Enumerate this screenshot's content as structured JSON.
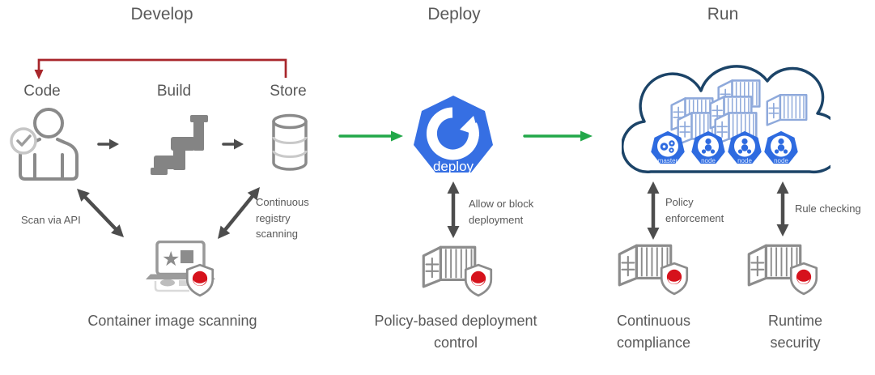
{
  "colors": {
    "text": "#595959",
    "red": "#A8262B",
    "green": "#22A849",
    "k8s": "#366FE3",
    "nodeblue": "#2E6BE0",
    "cloud": "#1C4468",
    "lightblue": "#8EA9DB",
    "icongray": "#8A8A8A",
    "arrowdark": "#4D4D4D",
    "shieldred": "#D6121C"
  },
  "phases": {
    "develop": "Develop",
    "deploy": "Deploy",
    "run": "Run"
  },
  "develop": {
    "steps": [
      "Code",
      "Build",
      "Store"
    ],
    "scan_api_label": "Scan via API",
    "registry_label": "Continuous registry scanning",
    "caption": "Container image scanning"
  },
  "deploy": {
    "icon_label": "deploy",
    "arrow_label": "Allow or block deployment",
    "caption": "Policy-based deployment control"
  },
  "run": {
    "nodes": [
      "master",
      "node",
      "node",
      "node"
    ],
    "arrow_labels": [
      "Policy enforcement",
      "Rule checking"
    ],
    "captions": [
      "Continuous compliance",
      "Runtime security"
    ]
  }
}
